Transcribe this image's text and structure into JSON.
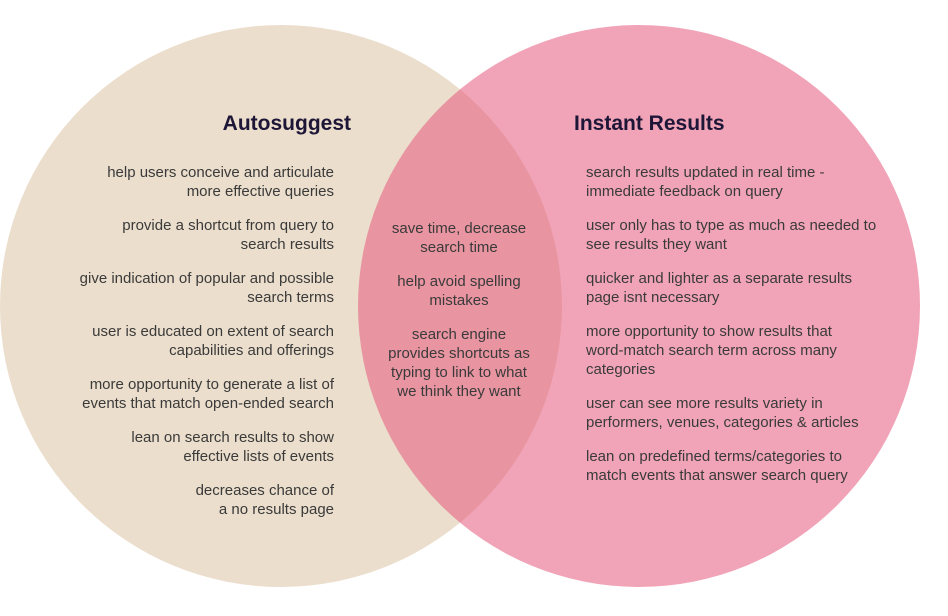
{
  "colors": {
    "left_circle": "#e8d9c4",
    "right_circle": "#f2a5b6",
    "overlap": "#e58f92",
    "title_text": "#1d1637",
    "body_text": "#3a3a3a"
  },
  "left": {
    "title": "Autosuggest",
    "items": [
      "help users conceive and articulate\nmore effective queries",
      "provide a shortcut from query to\nsearch results",
      "give indication of popular and possible\nsearch terms",
      "user is educated on extent of search\ncapabilities and offerings",
      "more opportunity to generate a list of\nevents that match open-ended search",
      "lean on search results to show\neffective lists of events",
      "decreases chance of\na no results page"
    ]
  },
  "right": {
    "title": "Instant Results",
    "items": [
      "search results updated in real time -\nimmediate feedback on query",
      "user only has to type as much as needed to\nsee results they want",
      "quicker and lighter as a separate results\npage isnt necessary",
      "more opportunity to show results that\nword-match search term across many\ncategories",
      "user can see more results variety in\nperformers, venues, categories & articles",
      "lean on predefined terms/categories to\nmatch events that answer search query"
    ]
  },
  "overlap": {
    "items": [
      "save time, decrease\nsearch time",
      "help avoid spelling\nmistakes",
      "search engine\nprovides shortcuts as\ntyping to link to what\nwe think they want"
    ]
  }
}
